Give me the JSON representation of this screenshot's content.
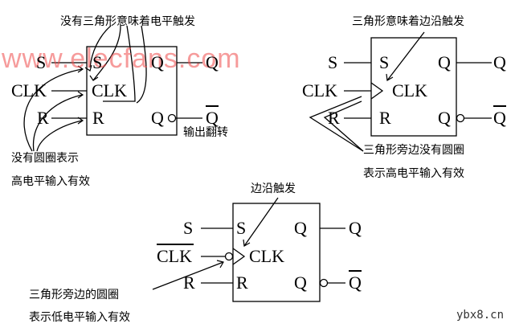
{
  "top_left": {
    "pins_in": {
      "s": "S",
      "clk": "CLK",
      "r": "R"
    },
    "pins_out": {
      "q": "Q",
      "qbar": "Q"
    },
    "box_labels": {
      "s": "S",
      "clk": "CLK",
      "r": "R",
      "q": "Q",
      "qbar": "Q"
    },
    "note_no_triangle": "没有三角形意味着电平触发",
    "note_no_circle_1": "没有圆圈表示",
    "note_no_circle_2": "高电平输入有效",
    "note_output_inverted": "输出翻转"
  },
  "top_right": {
    "pins_in": {
      "s": "S",
      "clk": "CLK",
      "r": "R"
    },
    "pins_out": {
      "q": "Q",
      "qbar": "Q"
    },
    "box_labels": {
      "s": "S",
      "clk": "CLK",
      "r": "R",
      "q": "Q",
      "qbar": "Q"
    },
    "note_triangle_edge": "三角形意味着边沿触发",
    "note_triangle_no_circle_1": "三角形旁边没有圆圈",
    "note_triangle_no_circle_2": "表示高电平输入有效"
  },
  "bottom": {
    "pins_in": {
      "s": "S",
      "clk": "CLK",
      "r": "R"
    },
    "pins_out": {
      "q": "Q",
      "qbar": "Q"
    },
    "box_labels": {
      "s": "S",
      "clk": "CLK",
      "r": "R",
      "q": "Q",
      "qbar": "Q"
    },
    "note_edge": "边沿触发",
    "note_circle_1": "三角形旁边的圆圈",
    "note_circle_2": "表示低电平输入有效"
  },
  "watermark": "www.elecfans.com",
  "site_label": "ybx8.cn",
  "colors": {
    "watermark": "#f04a4a",
    "line": "#000000"
  }
}
